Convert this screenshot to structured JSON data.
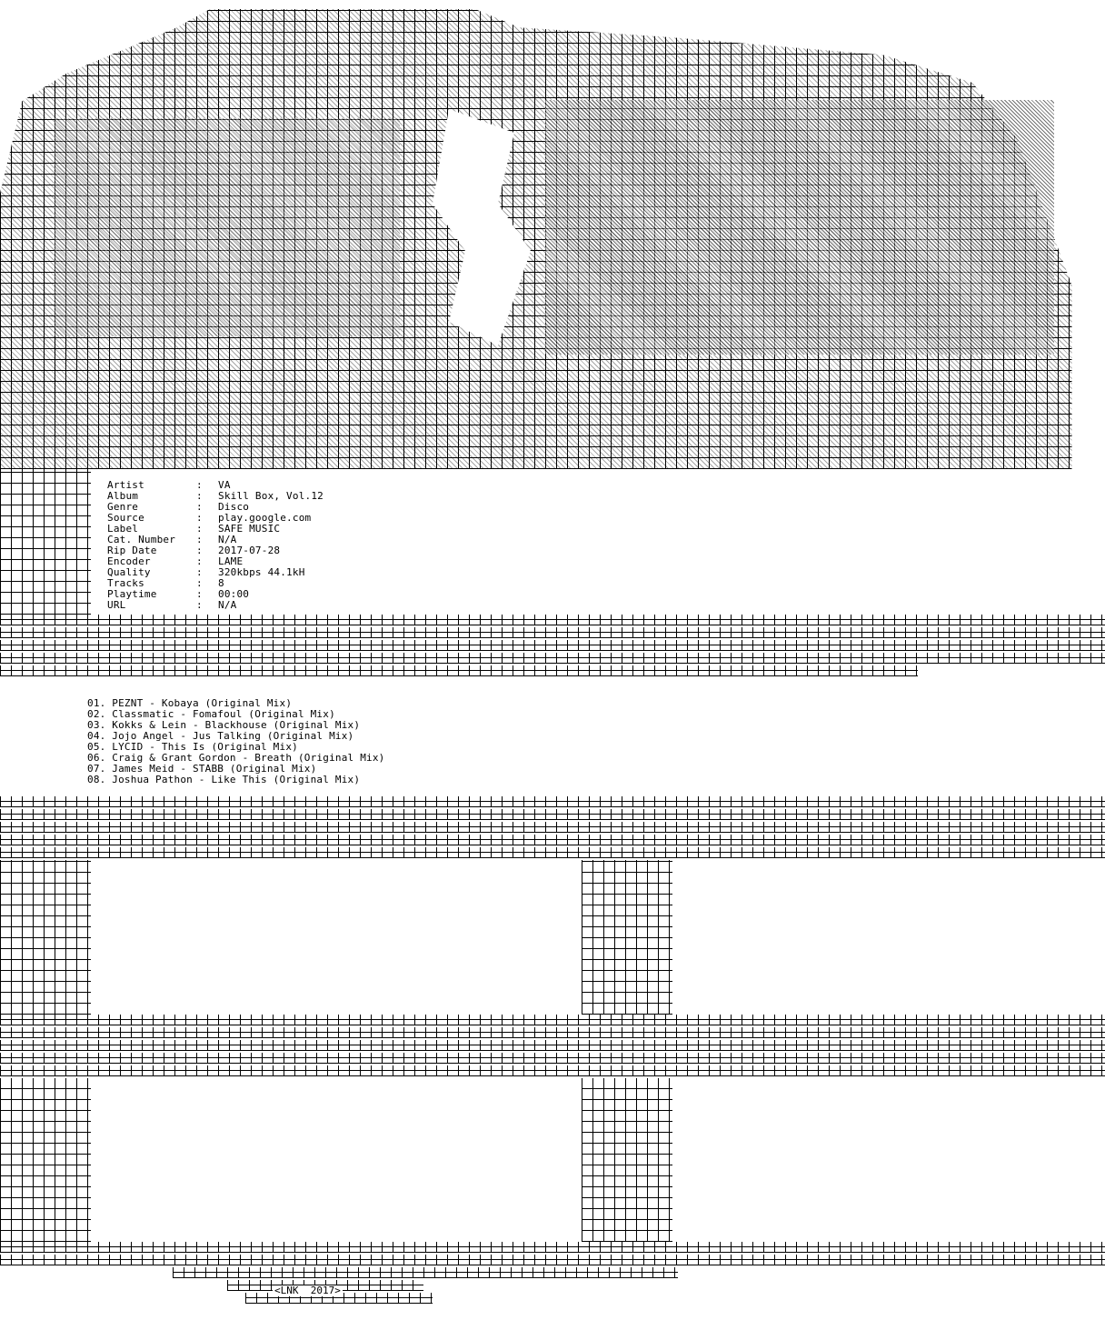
{
  "info": {
    "rows": [
      {
        "key": "Artist",
        "value": "VA"
      },
      {
        "key": "Album",
        "value": "Skill Box, Vol.12"
      },
      {
        "key": "Genre",
        "value": "Disco"
      },
      {
        "key": "Source",
        "value": "play.google.com"
      },
      {
        "key": "Label",
        "value": "SAFE MUSIC"
      },
      {
        "key": "Cat. Number",
        "value": "N/A"
      },
      {
        "key": "Rip Date",
        "value": "2017-07-28"
      },
      {
        "key": "Encoder",
        "value": "LAME"
      },
      {
        "key": "Quality",
        "value": "320kbps 44.1kH"
      },
      {
        "key": "Tracks",
        "value": "8"
      },
      {
        "key": "Playtime",
        "value": "00:00"
      },
      {
        "key": "URL",
        "value": "N/A"
      }
    ],
    "separator": ":"
  },
  "tracklist": [
    "01. PEZNT - Kobaya (Original Mix)",
    "02. Classmatic - Fomafoul (Original Mix)",
    "03. Kokks & Lein - Blackhouse (Original Mix)",
    "04. Jojo Angel - Jus Talking (Original Mix)",
    "05. LYCID - This Is (Original Mix)",
    "06. Craig & Grant Gordon - Breath (Original Mix)",
    "07. James Meid - STABB (Original Mix)",
    "08. Joshua Pathon - Like This (Original Mix)"
  ],
  "footer": "<LNK  2017>"
}
